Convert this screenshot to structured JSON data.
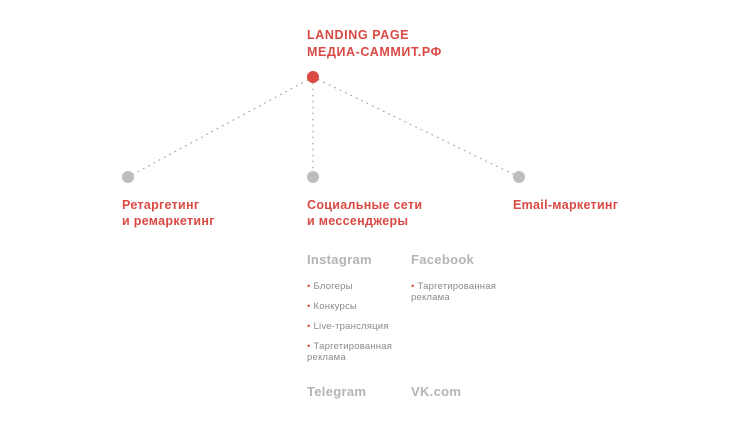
{
  "root": {
    "line1": "LANDING PAGE",
    "line2": "МЕДИА-САММИТ.РФ"
  },
  "branches": [
    {
      "line1": "Ретаргетинг",
      "line2": "и ремаркетинг"
    },
    {
      "line1": "Социальные сети",
      "line2": "и мессенджеры"
    },
    {
      "line1": "Email-маркетинг",
      "line2": ""
    }
  ],
  "networks": {
    "instagram": {
      "name": "Instagram",
      "items": [
        "Блогеры",
        "Конкурсы",
        "Live-трансляция",
        "Таргетированная реклама"
      ]
    },
    "facebook": {
      "name": "Facebook",
      "items": [
        "Таргетированная реклама"
      ]
    },
    "telegram": {
      "name": "Telegram"
    },
    "vk": {
      "name": "VK.com"
    }
  },
  "colors": {
    "accent": "#d94a45",
    "node_gray": "#bdbdbd",
    "muted_text": "#b4b4b4",
    "dotted_line": "#9a9a9a"
  }
}
